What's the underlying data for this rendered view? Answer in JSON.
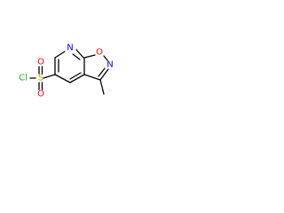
{
  "molecule": {
    "atoms": {
      "n_pyridine": {
        "text": "N",
        "color": "#0000ff"
      },
      "o_ring": {
        "text": "O",
        "color": "#ff0000"
      },
      "n_ring": {
        "text": "N",
        "color": "#0000ff"
      },
      "s": {
        "text": "S",
        "color": "#b8a000"
      },
      "o_top": {
        "text": "O",
        "color": "#ff0000"
      },
      "o_bottom": {
        "text": "O",
        "color": "#ff0000"
      },
      "cl": {
        "text": "Cl",
        "color": "#22aa22"
      }
    }
  }
}
